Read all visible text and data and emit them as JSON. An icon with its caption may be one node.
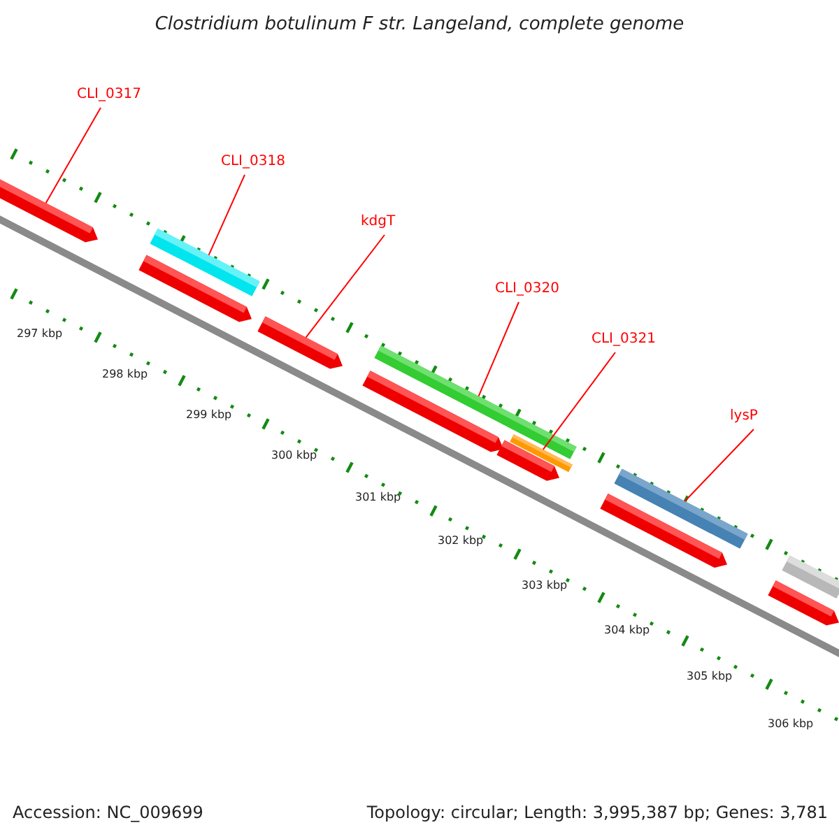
{
  "diagram": {
    "title": "Clostridium botulinum F str. Langeland, complete genome",
    "nodes": [
      {
        "text": [
          "CLI_0317"
        ]
      },
      {
        "text": [
          "CLI_0318"
        ]
      },
      {
        "text": [
          "kdgT"
        ]
      },
      {
        "text": [
          "CLI_0320"
        ]
      },
      {
        "text": [
          "CLI_0321"
        ]
      },
      {
        "text": [
          "lysP"
        ]
      },
      {
        "text": [],
        "shape": "bar"
      },
      {
        "text": [],
        "shape": "bar"
      },
      {
        "text": [],
        "shape": "bar"
      },
      {
        "text": [],
        "shape": "bar"
      },
      {
        "text": [],
        "shape": "bar"
      },
      {
        "text": [],
        "shape": "bar"
      },
      {
        "text": [],
        "shape": "bar"
      },
      {
        "text": [],
        "shape": "bar"
      },
      {
        "text": [],
        "shape": "bar"
      },
      {
        "text": [],
        "shape": "bar"
      },
      {
        "text": [],
        "shape": "bar"
      },
      {
        "text": [],
        "shape": "bar"
      }
    ],
    "edges": [
      {
        "from": 0,
        "to": 6,
        "arrow": "none"
      },
      {
        "from": 1,
        "to": 7,
        "arrow": "none"
      },
      {
        "from": 2,
        "to": 9,
        "arrow": "none"
      },
      {
        "from": 3,
        "to": 10,
        "arrow": "none"
      },
      {
        "from": 4,
        "to": 12,
        "arrow": "none"
      },
      {
        "from": 5,
        "to": 14,
        "arrow": "none"
      }
    ],
    "labels": [
      "297 kbp",
      "298 kbp",
      "299 kbp",
      "300 kbp",
      "301 kbp",
      "302 kbp",
      "303 kbp",
      "304 kbp",
      "305 kbp",
      "306 kbp",
      "Accession: NC_009699",
      "Topology: circular; Length: 3,995,387 bp; Genes: 3,781"
    ]
  }
}
